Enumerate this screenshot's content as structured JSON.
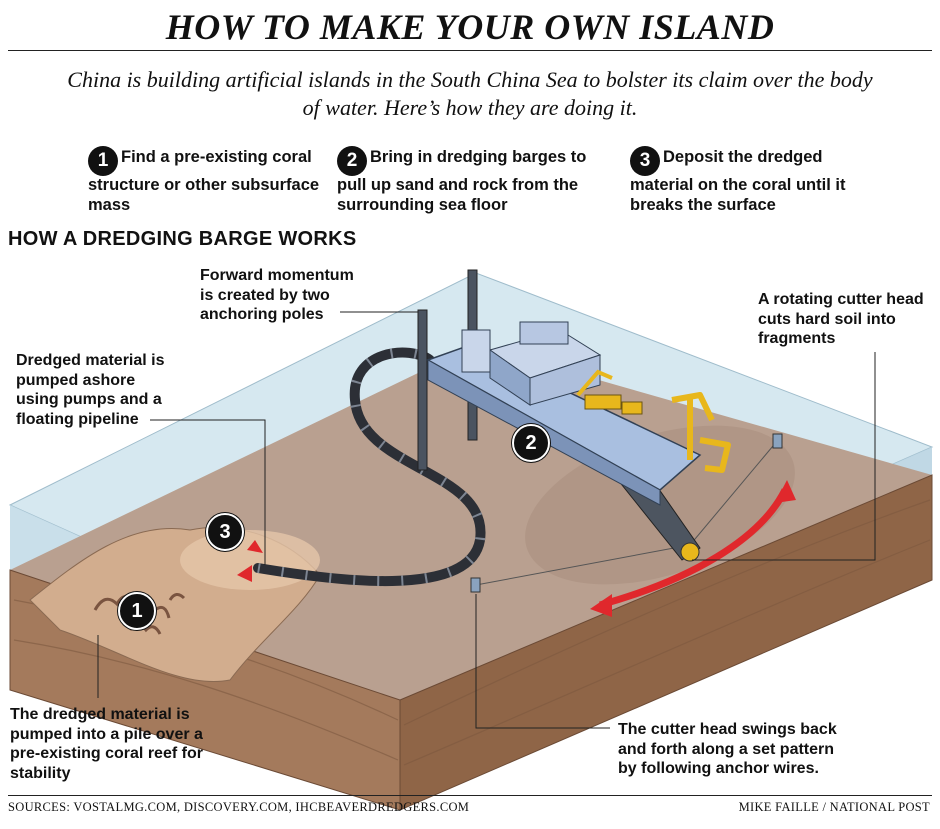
{
  "title": "HOW TO MAKE YOUR OWN ISLAND",
  "subtitle": "China is building artificial islands in the South China Sea to bolster its claim over the body of water. Here’s how they are doing it.",
  "steps": [
    {
      "num": "1",
      "text": "Find a pre-existing coral structure or other subsurface mass"
    },
    {
      "num": "2",
      "text": "Bring in dredging barges to pull up sand and rock from the surrounding sea floor"
    },
    {
      "num": "3",
      "text": "Deposit the dredged material on the coral until it breaks the surface"
    }
  ],
  "section_heading": "HOW A DREDGING BARGE WORKS",
  "callouts": {
    "forward_momentum": "Forward momentum is created by two anchoring poles",
    "cutter_head": "A rotating cutter head cuts hard soil into fragments",
    "pumped_ashore": "Dredged material is pumped ashore using pumps and a floating pipeline",
    "pile": "The dredged material is pumped into a pile over a pre-existing coral reef for stability",
    "swing": "The cutter head swings back and forth along a set pattern by following anchor wires."
  },
  "diagram_badges": [
    "1",
    "2",
    "3"
  ],
  "colors": {
    "water": "#cfe3ec",
    "seafloor": "#b8a08f",
    "soil_side": "#a4785a",
    "hull": "#a9bfe0",
    "arrow": "#e0282c",
    "pipe": "#2c2f36",
    "machinery": "#e8b71c"
  },
  "footer": {
    "sources": "SOURCES: VOSTALMG.COM, DISCOVERY.COM, IHCBEAVERDREDGERS.COM",
    "credit": "MIKE FAILLE  / NATIONAL POST"
  }
}
